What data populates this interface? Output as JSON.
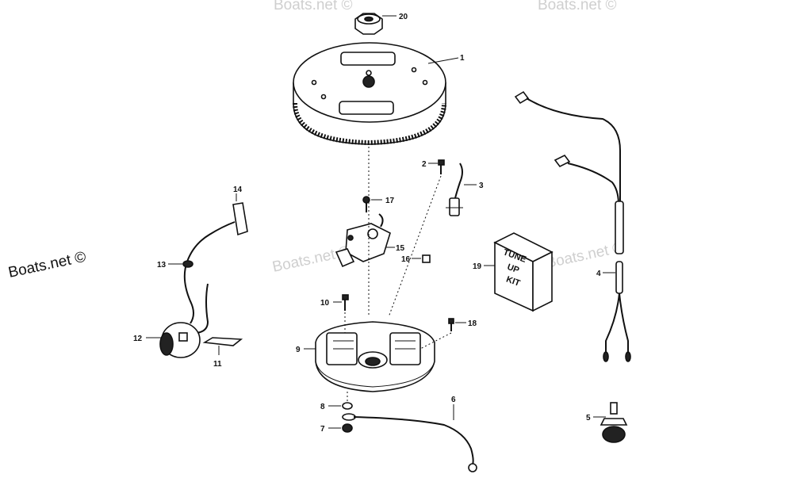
{
  "watermark": {
    "main": "Boats.net ©",
    "faint_1": "Boats.net ©",
    "faint_2": "Boats.net ©",
    "faint_3": "Boats.net ©",
    "faint_4": "Boats.net ©"
  },
  "tune_up_kit_box": {
    "line1": "TUNE",
    "line2": "UP",
    "line3": "KIT"
  },
  "callouts": {
    "c1": "1",
    "c2": "2",
    "c3": "3",
    "c4": "4",
    "c5": "5",
    "c6": "6",
    "c7": "7",
    "c8": "8",
    "c9": "9",
    "c10": "10",
    "c11": "11",
    "c12": "12",
    "c13": "13",
    "c14": "14",
    "c15": "15",
    "c16": "16",
    "c17": "17",
    "c18": "18",
    "c19": "19",
    "c20": "20"
  }
}
